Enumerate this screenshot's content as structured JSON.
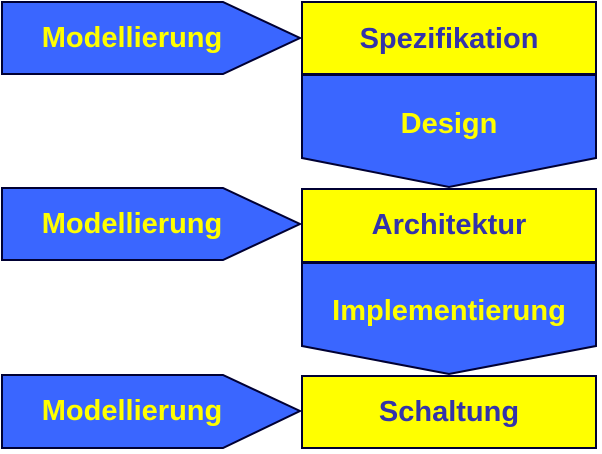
{
  "colors": {
    "blue_fill": "#3a66ff",
    "yellow_fill": "#ffff00",
    "outline": "#000033",
    "yellow_text": "#ffff00",
    "blue_text": "#3333aa"
  },
  "left_arrows": [
    {
      "label": "Modellierung"
    },
    {
      "label": "Modellierung"
    },
    {
      "label": "Modellierung"
    }
  ],
  "stack_1": {
    "top_label": "Spezifikation",
    "bottom_label": "Design"
  },
  "stack_2": {
    "top_label": "Architektur",
    "bottom_label": "Implementierung"
  },
  "stack_3": {
    "top_label": "Schaltung"
  }
}
